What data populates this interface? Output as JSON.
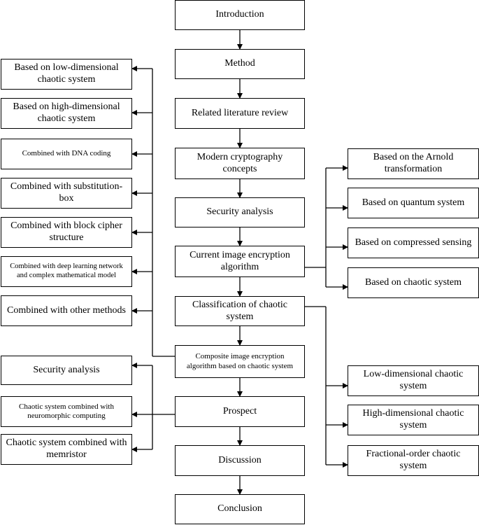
{
  "center": {
    "introduction": "Introduction",
    "method": "Method",
    "literature": "Related literature review",
    "modern_crypto": "Modern cryptography concepts",
    "security": "Security analysis",
    "current_algo": "Current image encryption algorithm",
    "classification": "Classification of chaotic system",
    "composite": "Composite image encryption algorithm based on chaotic system",
    "prospect": "Prospect",
    "discussion": "Discussion",
    "conclusion": "Conclusion"
  },
  "left_upper": {
    "low_dim": "Based on low-dimensional chaotic system",
    "high_dim": "Based on high-dimensional chaotic system",
    "dna": "Combined with DNA coding",
    "sbox": "Combined with substitution-box",
    "block": "Combined with block cipher structure",
    "deep": "Combined with deep learning network and complex mathematical model",
    "other": "Combined with other methods"
  },
  "left_lower": {
    "security": "Security analysis",
    "neuro": "Chaotic system combined with neuromorphic computing",
    "memristor": "Chaotic system combined with memristor"
  },
  "right_upper": {
    "arnold": "Based on the Arnold transformation",
    "quantum": "Based on quantum system",
    "compressed": "Based on compressed sensing",
    "chaotic": "Based on chaotic system"
  },
  "right_lower": {
    "low_dim": "Low-dimensional chaotic system",
    "high_dim": "High-dimensional chaotic system",
    "fractional": "Fractional-order chaotic system"
  }
}
